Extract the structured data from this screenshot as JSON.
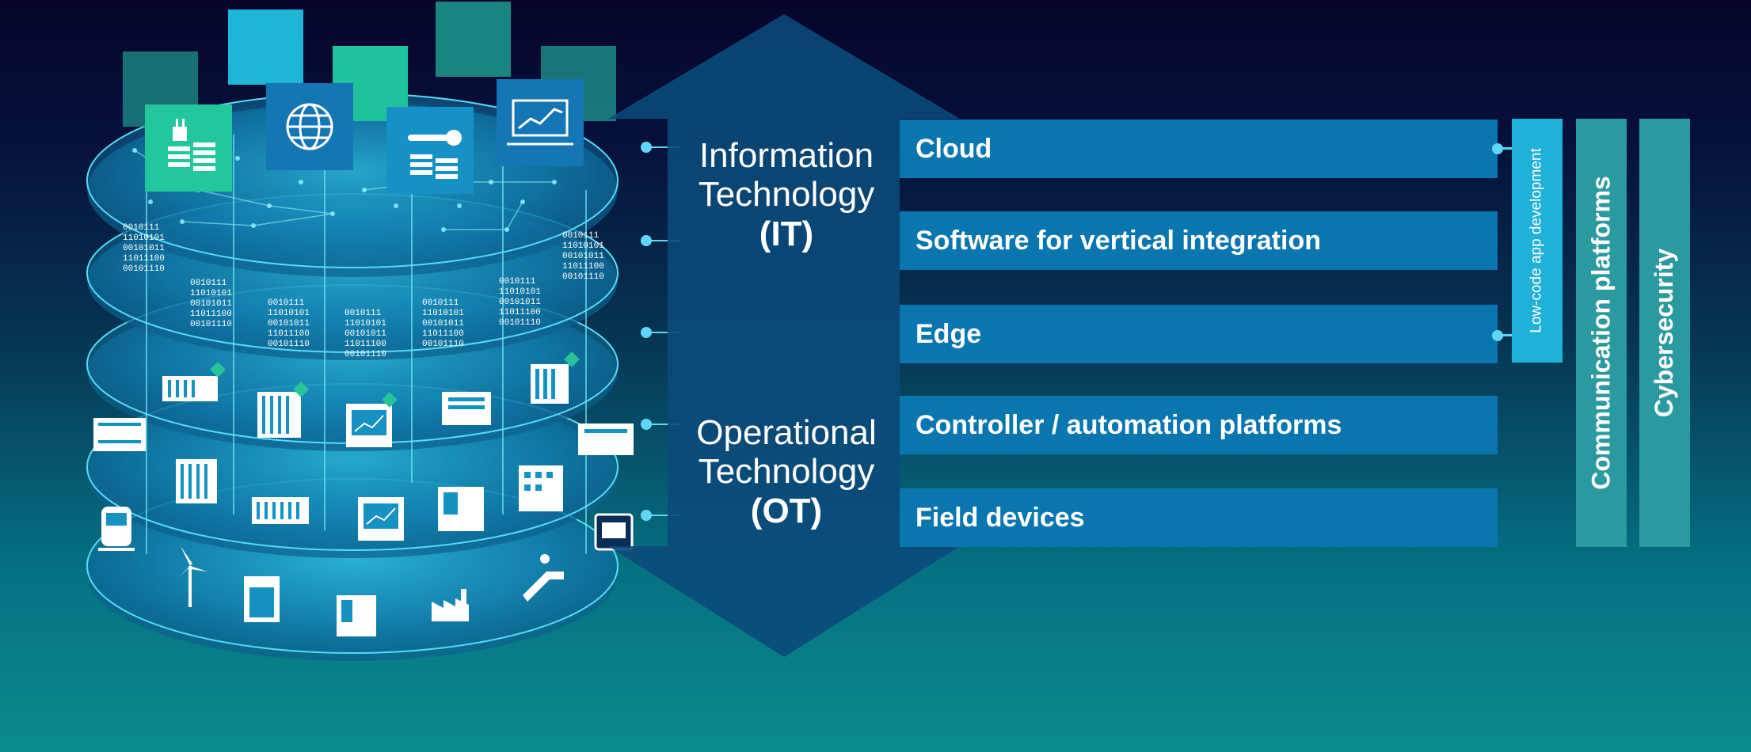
{
  "it_label": {
    "line1": "Information",
    "line2": "Technology",
    "abbr": "(IT)"
  },
  "ot_label": {
    "line1": "Operational",
    "line2": "Technology",
    "abbr": "(OT)"
  },
  "layers": [
    {
      "label": "Cloud"
    },
    {
      "label": "Software for vertical integration"
    },
    {
      "label": "Edge"
    },
    {
      "label": "Controller / automation platforms"
    },
    {
      "label": "Field devices"
    }
  ],
  "vertical_bars": {
    "low_code": "Low-code app development",
    "communication": "Communication platforms",
    "cybersecurity": "Cybersecurity"
  },
  "binary_blocks": [
    "0010111\n11010101\n00101011\n11011100\n00101110",
    "0010111\n11010101\n00101011\n11011100\n00101110",
    "0010111\n11010101\n00101011\n11011100\n00101110",
    "0010111\n11010101\n00101011\n11011100\n00101110",
    "0010111\n11010101\n00101011\n11011100\n00101110",
    "0010111\n11010101\n00101011\n11011100\n00101110",
    "0010111\n11010101\n00101011\n11011100\n00101110"
  ],
  "colors": {
    "layer_bar": "#0a76b0",
    "low_code_bar": "#20b1d9",
    "side_bars": "#2a9aa0",
    "arrow": "#0b4a7a",
    "accent_green": "#27c49a",
    "accent_cyan": "#1fb6d8"
  },
  "icons": {
    "top_tiles": [
      "energy-cost-icon",
      "globe-icon",
      "maintenance-cost-icon",
      "monitor-chart-icon"
    ],
    "ot_devices": [
      "controller-module-icon",
      "io-module-icon",
      "hmi-chart-icon",
      "drive-icon",
      "io-rack-icon",
      "plc-icon",
      "power-supply-icon",
      "terminal-block-icon",
      "hmi-panel-icon",
      "handheld-device-icon",
      "control-cabinet-icon",
      "kiosk-icon"
    ],
    "field_devices": [
      "train-icon",
      "wind-turbine-icon",
      "elevator-icon",
      "handheld-device-icon",
      "factory-icon",
      "escalator-icon"
    ]
  }
}
